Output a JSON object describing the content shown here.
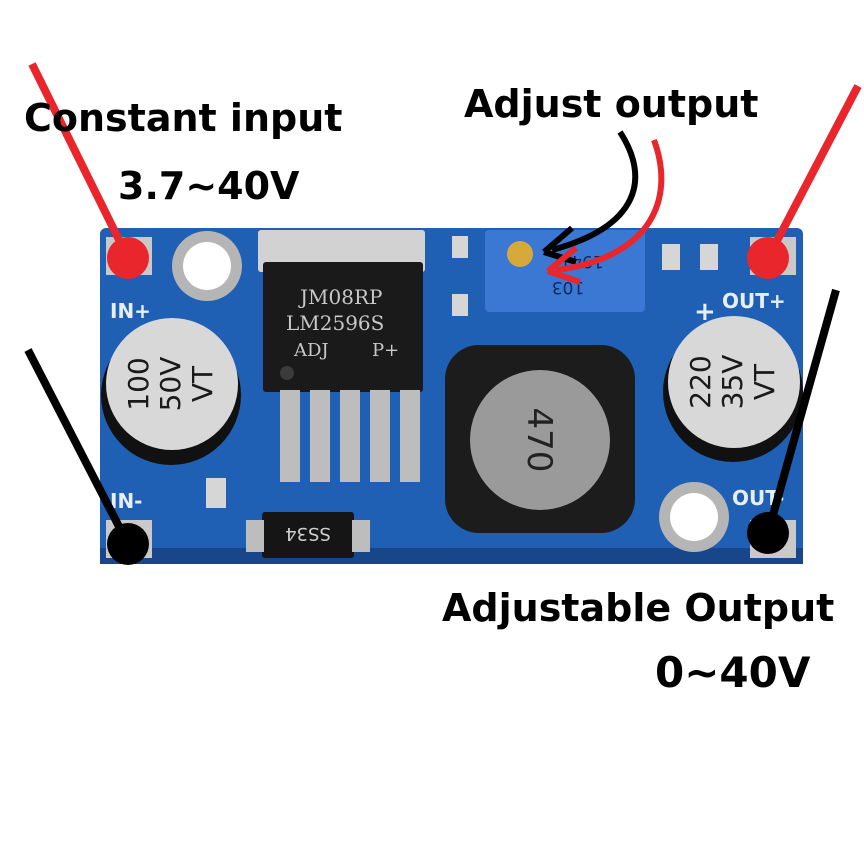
{
  "annotations": {
    "constant_input": "Constant input",
    "input_range": "3.7~40V",
    "adjust_output": "Adjust output",
    "adjustable_output": "Adjustable Output",
    "output_range": "0~40V"
  },
  "board": {
    "in_plus": "IN+",
    "in_minus": "IN-",
    "out_plus": "OUT+",
    "out_minus": "OUT-",
    "plus_mark": "+",
    "regulator_line1": "JM08RP",
    "regulator_line2": "LM2596S",
    "regulator_line3": "ADJ",
    "regulator_line4": "P+",
    "cap_in_line1": "100",
    "cap_in_line2": "50V",
    "cap_in_line3": "VT",
    "cap_out_line1": "220",
    "cap_out_line2": "35V",
    "cap_out_line3": "VT",
    "inductor_code": "470",
    "diode_code": "SS34",
    "pot_line1": "103",
    "pot_line2": "1941"
  },
  "colors": {
    "pcb_blue": "#1f5fb4",
    "positive_marker": "#e8262b",
    "negative_marker": "#000000"
  }
}
